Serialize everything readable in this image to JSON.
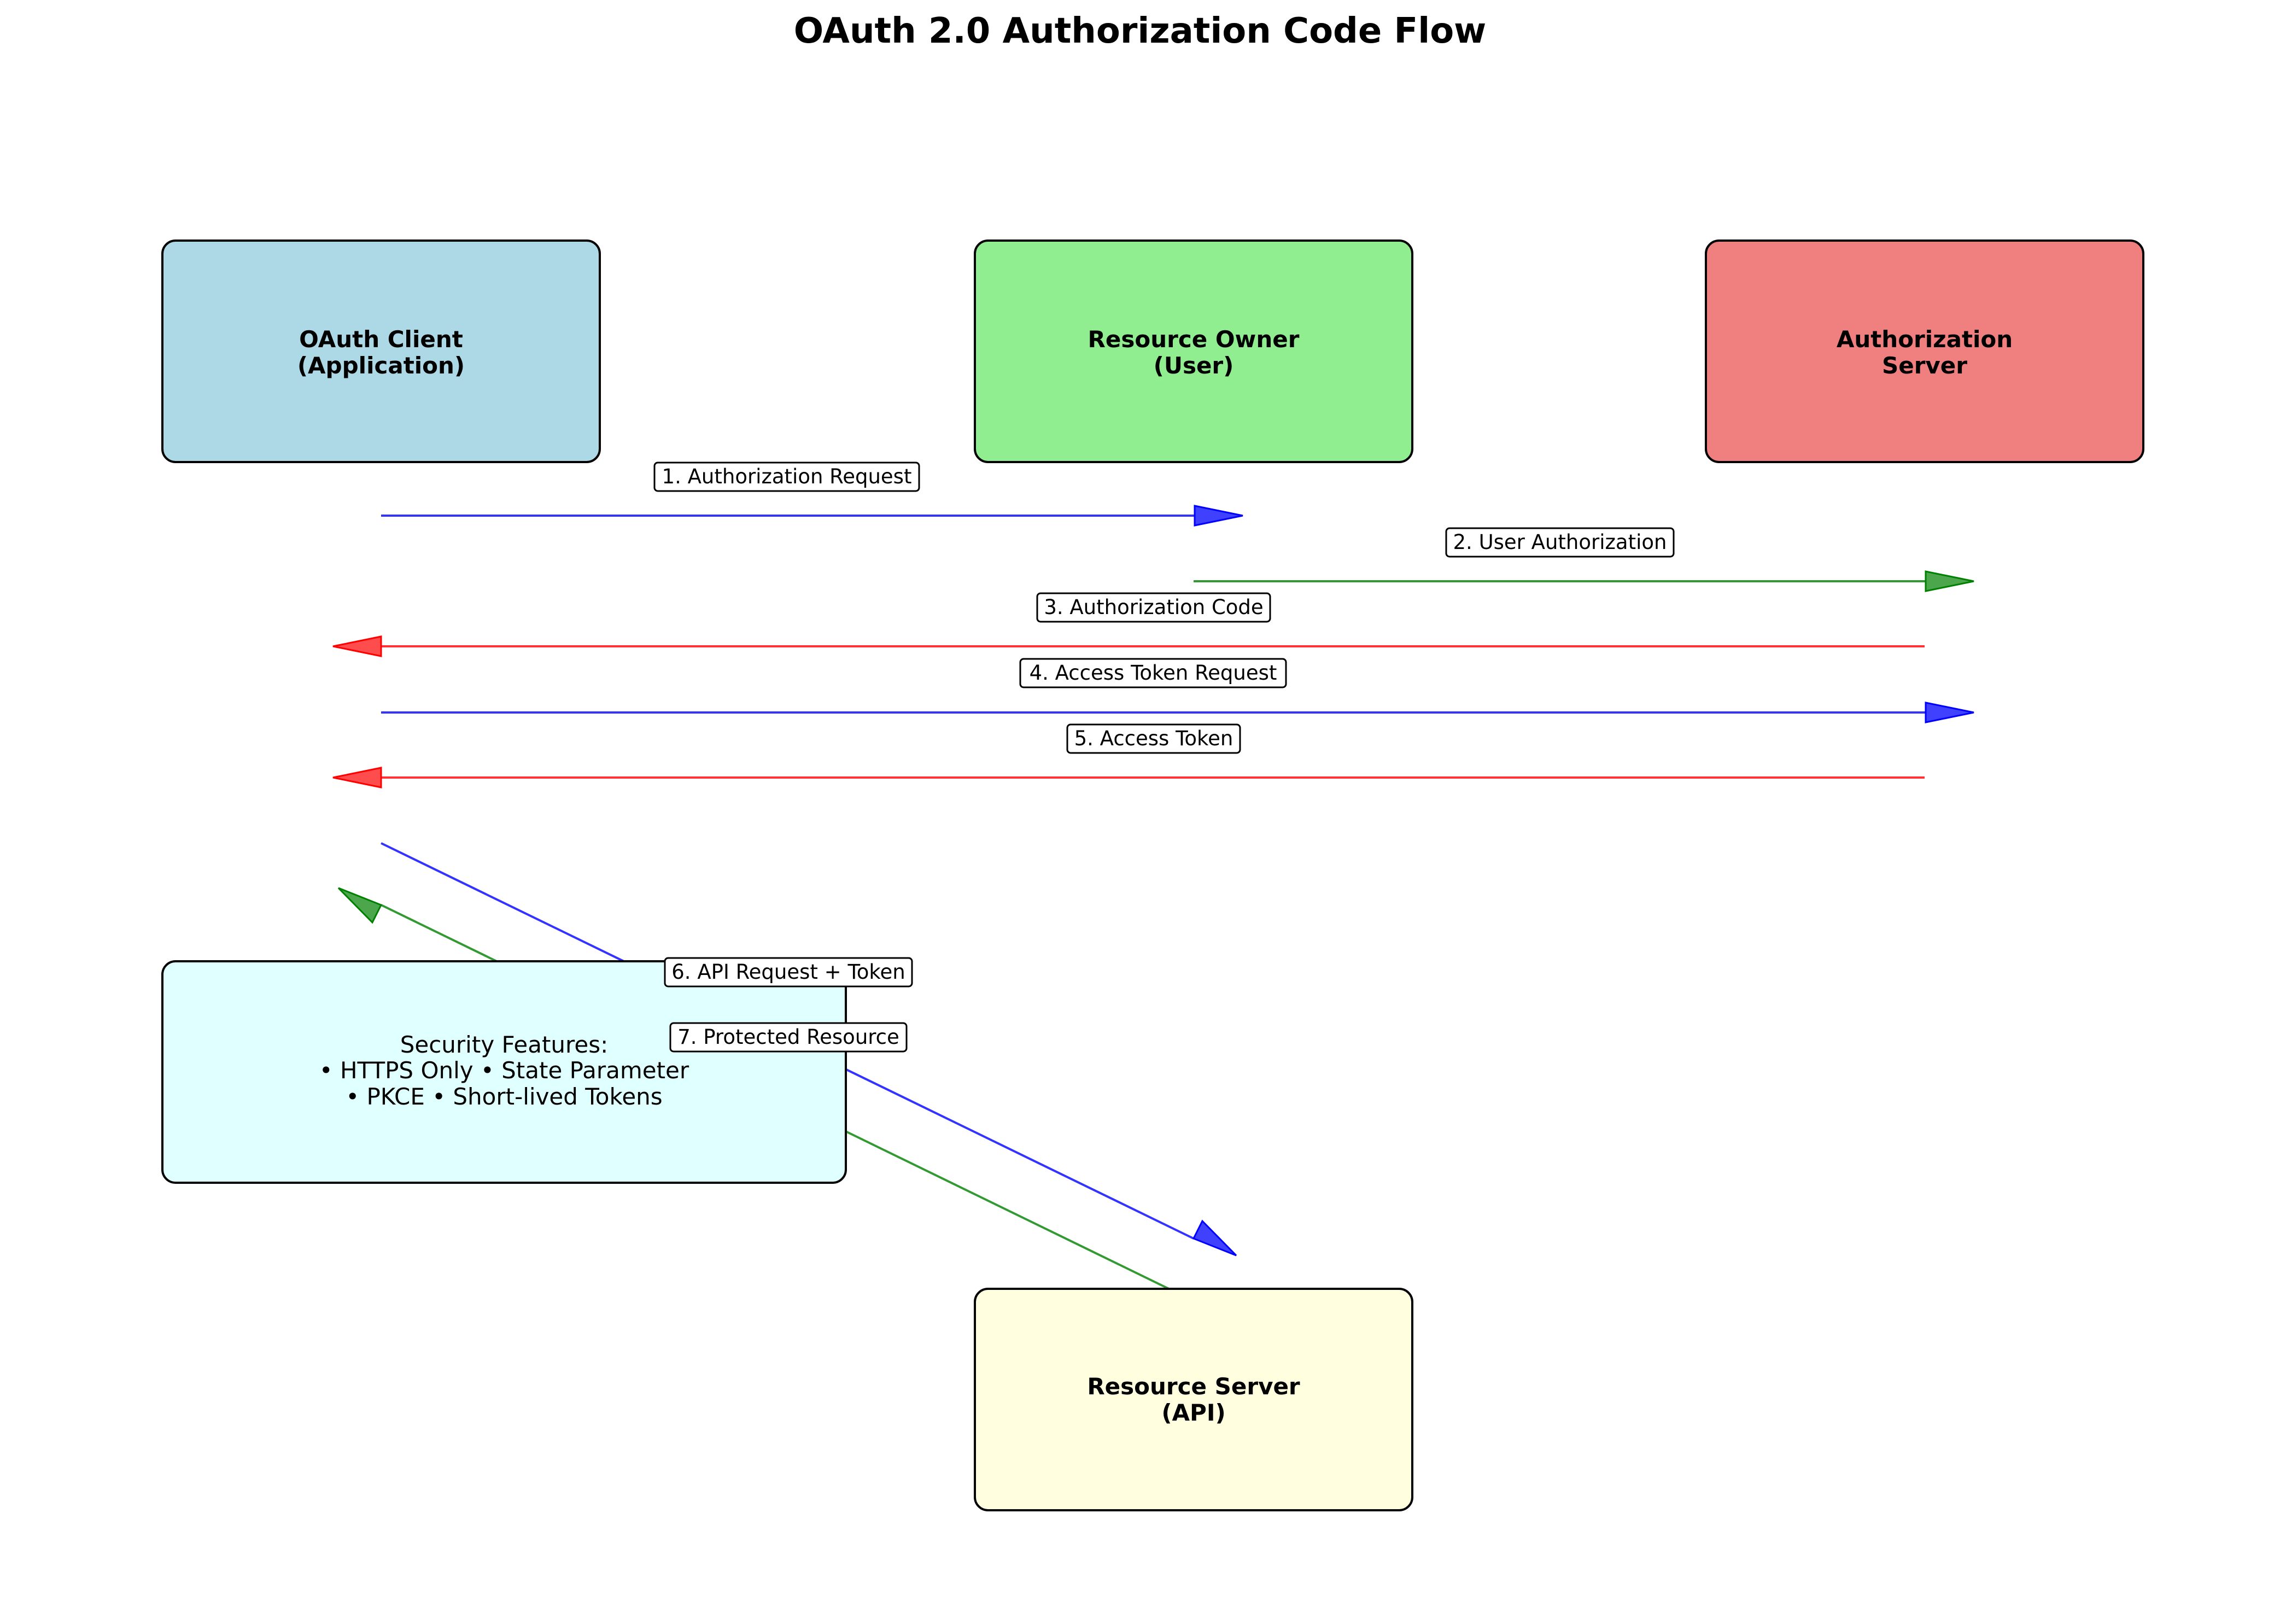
{
  "title": "OAuth 2.0 Authorization Code Flow",
  "colors": {
    "client_fill": "#add8e6",
    "owner_fill": "#90ee90",
    "auth_fill": "#f08080",
    "resource_fill": "#ffffe0",
    "note_fill": "#e0ffff",
    "blue_arrow": "#0000ff",
    "green_arrow": "#008000",
    "red_arrow": "#ff0000"
  },
  "boxes": {
    "client": {
      "line1": "OAuth Client",
      "line2": "(Application)"
    },
    "owner": {
      "line1": "Resource Owner",
      "line2": "(User)"
    },
    "auth_server": {
      "line1": "Authorization",
      "line2": "Server"
    },
    "resource_server": {
      "line1": "Resource Server",
      "line2": "(API)"
    }
  },
  "security_note": {
    "line1": "Security Features:",
    "line2": "• HTTPS Only • State Parameter",
    "line3": "• PKCE • Short-lived Tokens"
  },
  "steps": [
    {
      "label": "1. Authorization Request",
      "color": "blue"
    },
    {
      "label": "2. User Authorization",
      "color": "green"
    },
    {
      "label": "3. Authorization Code",
      "color": "red"
    },
    {
      "label": "4. Access Token Request",
      "color": "blue"
    },
    {
      "label": "5. Access Token",
      "color": "red"
    },
    {
      "label": "6. API Request + Token",
      "color": "blue"
    },
    {
      "label": "7. Protected Resource",
      "color": "green"
    }
  ]
}
